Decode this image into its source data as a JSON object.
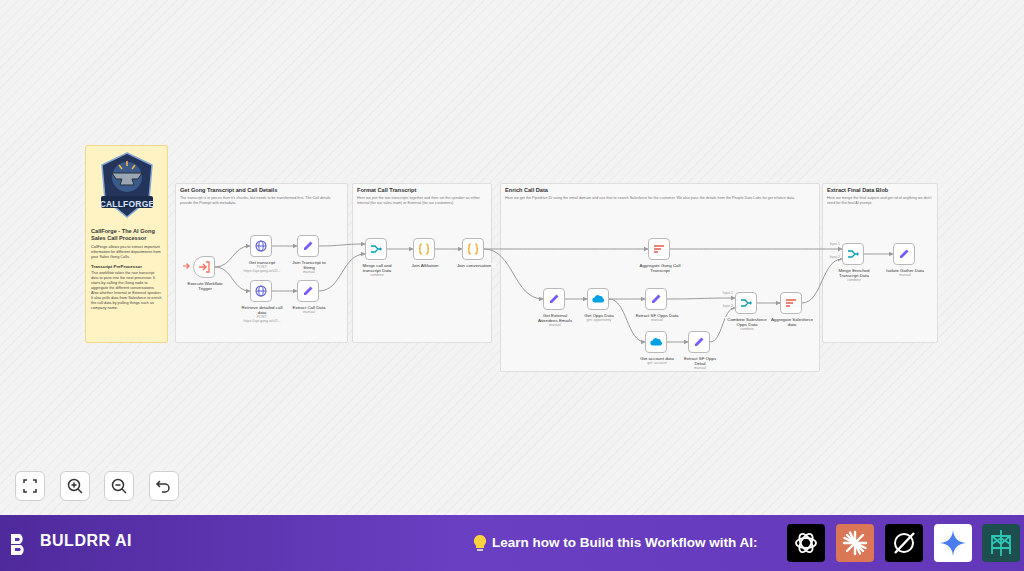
{
  "diagram": {
    "nodes": [
      {
        "text": [
          "CallForge - The AI Gong Sales Call Processor",
          "CallForge allows you to extract important information for different departments from your Sales Gong Calls.",
          "Transcript PreProcessor",
          "This workflow takes the raw transcript data to pass into the next processor. It starts by calling the Gong node to aggregate the different conversations. Also whether Internal or External speaker. It also pulls data from Salesforce to enrich the call data by pulling things such as company name."
        ]
      },
      {
        "text": [
          "Get Gong Transcript and Call Details",
          "The transcript is in pieces then it's chunks, but needs to be transformed first. The Call details provide the Prompt with metadata."
        ]
      },
      {
        "text": [
          "Execute Workflow Trigger"
        ],
        "in": 1
      },
      {
        "text": [
          "Get transcript",
          "POST: https://api.gong.io/v2/..."
        ],
        "in": 1
      },
      {
        "text": [
          "Join Transcript to String",
          "manual"
        ],
        "in": 1
      },
      {
        "text": [
          "Retrieve detailed call data",
          "POST: https://api.gong.io/v2/..."
        ],
        "in": 1
      },
      {
        "text": [
          "Extract Call Data",
          "manual"
        ],
        "in": 1
      },
      {
        "text": [
          "Format Call Transcript",
          "Here we join the two transcripts together and then set the speaker as either Internal (for our sales team) or External (for our customers)."
        ]
      },
      {
        "text": [
          "Merge call and transcript Data",
          "combine"
        ],
        "in": 7
      },
      {
        "text": [
          "Join Affiliation"
        ],
        "in": 7
      },
      {
        "text": [
          "Join conversation"
        ],
        "in": 7
      },
      {
        "text": [
          "Enrich Call Data",
          "Here we get the Pipedrive ID using the email domain and use that to search Salesforce for the customer. We also pass the details from the People Data Labs for get relative data."
        ]
      },
      {
        "text": [
          "Aggregate Gong Call Transcript"
        ],
        "in": 11
      },
      {
        "text": [
          "Get External Attendees Emails",
          "manual"
        ],
        "in": 11
      },
      {
        "text": [
          "Get Opps Data",
          "get: opportunity"
        ],
        "in": 11
      },
      {
        "text": [
          "Extract SF Opps Data",
          "manual"
        ],
        "in": 11
      },
      {
        "text": [
          "Get account data",
          "get: account"
        ],
        "in": 11
      },
      {
        "text": [
          "Extract SF Opps Detail",
          "manual"
        ],
        "in": 11
      },
      {
        "text": [
          "Combine Salesforce Opps Data",
          "combine"
        ],
        "in": 11
      },
      {
        "text": [
          "Aggregate Salesforce data"
        ],
        "in": 11
      },
      {
        "text": [
          "Extract Final Data Blob",
          "Here we merge the final outputs and get rid of anything we don't need for the final AI prompt."
        ]
      },
      {
        "text": [
          "Merge Enriched Transcript Data",
          "combine"
        ],
        "in": 20
      },
      {
        "text": [
          "Isolate Gather Data",
          "manual"
        ],
        "in": 20
      }
    ],
    "edges": [
      {
        "from": 2,
        "to": 3,
        "arrow": "to"
      },
      {
        "from": 2,
        "to": 5,
        "arrow": "to"
      },
      {
        "from": 3,
        "to": 4,
        "arrow": "to"
      },
      {
        "from": 5,
        "to": 6,
        "arrow": "to"
      },
      {
        "from": 4,
        "to": 8,
        "arrow": "to"
      },
      {
        "from": 6,
        "to": 8,
        "arrow": "to"
      },
      {
        "from": 8,
        "to": 9,
        "arrow": "to"
      },
      {
        "from": 9,
        "to": 10,
        "arrow": "to"
      },
      {
        "from": 10,
        "to": 12,
        "arrow": "to"
      },
      {
        "from": 10,
        "to": 13,
        "arrow": "to"
      },
      {
        "from": 12,
        "to": 21,
        "arrow": "to"
      },
      {
        "from": 13,
        "to": 14,
        "arrow": "to"
      },
      {
        "from": 14,
        "to": 15,
        "arrow": "to"
      },
      {
        "from": 14,
        "to": 16,
        "arrow": "to"
      },
      {
        "from": 15,
        "to": 18,
        "arrow": "to"
      },
      {
        "from": 16,
        "to": 17,
        "arrow": "to"
      },
      {
        "from": 17,
        "to": 18,
        "arrow": "to"
      },
      {
        "from": 18,
        "to": 19,
        "arrow": "to"
      },
      {
        "from": 19,
        "to": 21,
        "arrow": "to"
      },
      {
        "from": 21,
        "to": 22,
        "arrow": "to"
      }
    ],
    "labels": [
      "CALLFORGE",
      "Input 1",
      "Input 2",
      "Input 1",
      "Input 2",
      "BULDRR AI",
      "Learn how to Build this Workflow with AI:"
    ]
  }
}
